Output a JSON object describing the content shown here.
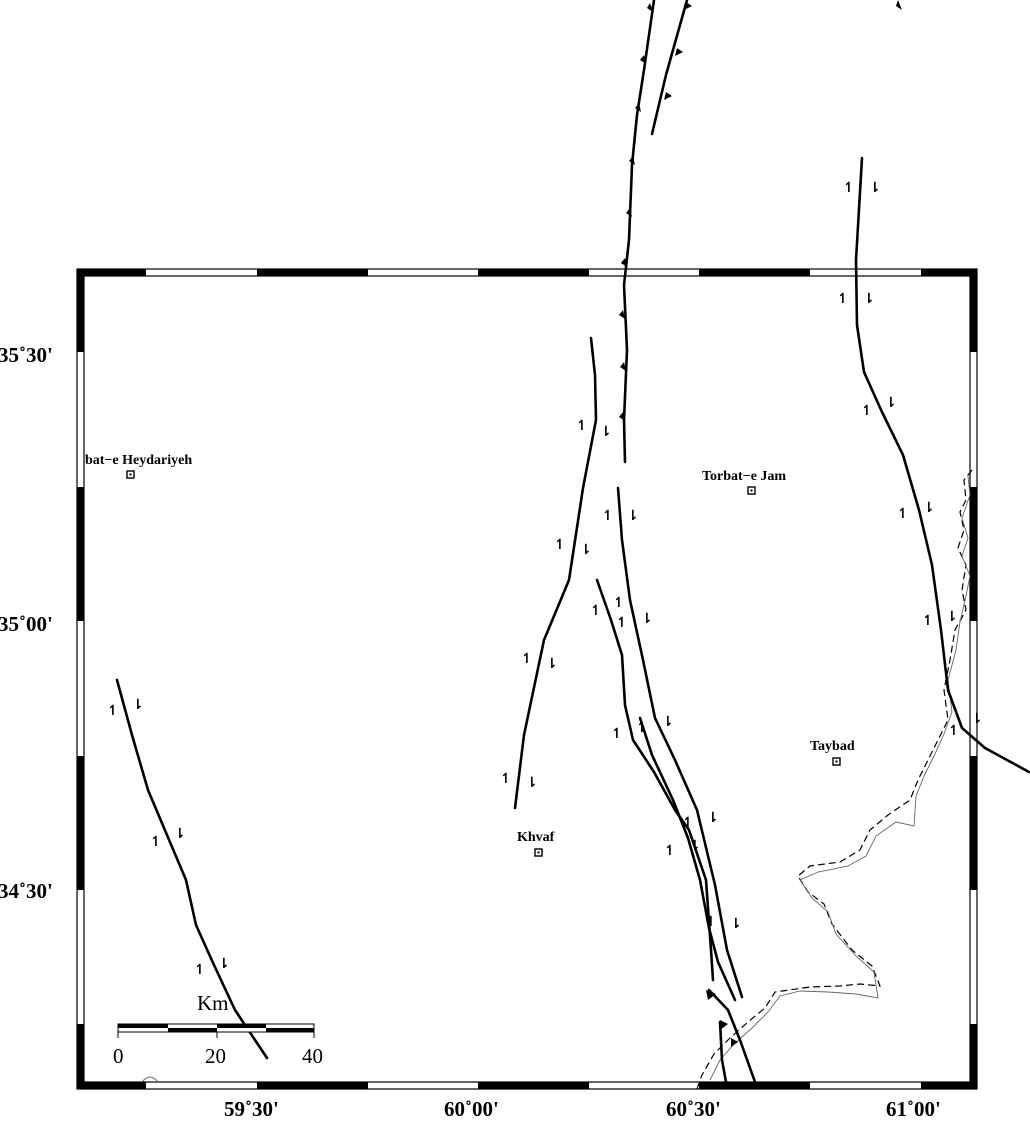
{
  "axes": {
    "lat_labels": [
      "35˚30'",
      "35˚00'",
      "34˚30'"
    ],
    "lon_labels": [
      "59˚30'",
      "60˚00'",
      "60˚30'",
      "61˚00'"
    ]
  },
  "cities": [
    {
      "name": "bat−e Heydariyeh"
    },
    {
      "name": "Torbat−e Jam"
    },
    {
      "name": "Taybad"
    },
    {
      "name": "Khvaf"
    }
  ],
  "scale_bar": {
    "unit": "Km",
    "labels": [
      "0",
      "20",
      "40"
    ]
  },
  "symbols": {
    "slip_left": "↿",
    "slip_right": "⇂"
  }
}
